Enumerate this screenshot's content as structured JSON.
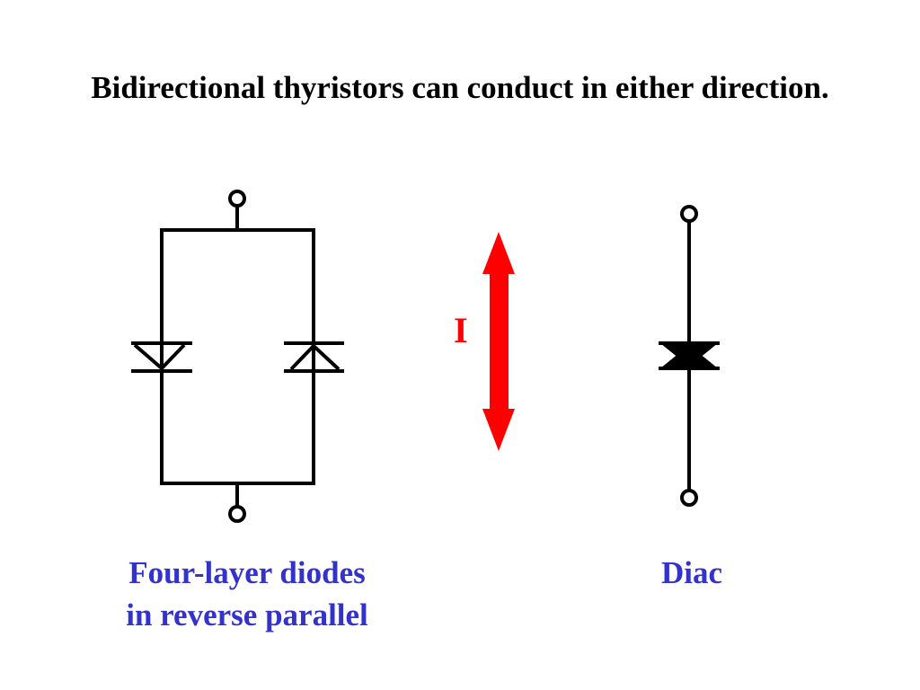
{
  "slide": {
    "title": "Bidirectional thyristors can conduct in either direction."
  },
  "diagram": {
    "current_label": "I",
    "left_caption_line1": "Four-layer diodes",
    "left_caption_line2": "in reverse parallel",
    "right_caption": "Diac"
  },
  "colors": {
    "wire": "#000000",
    "arrow": "#ff0000",
    "caption": "#3333cc"
  }
}
